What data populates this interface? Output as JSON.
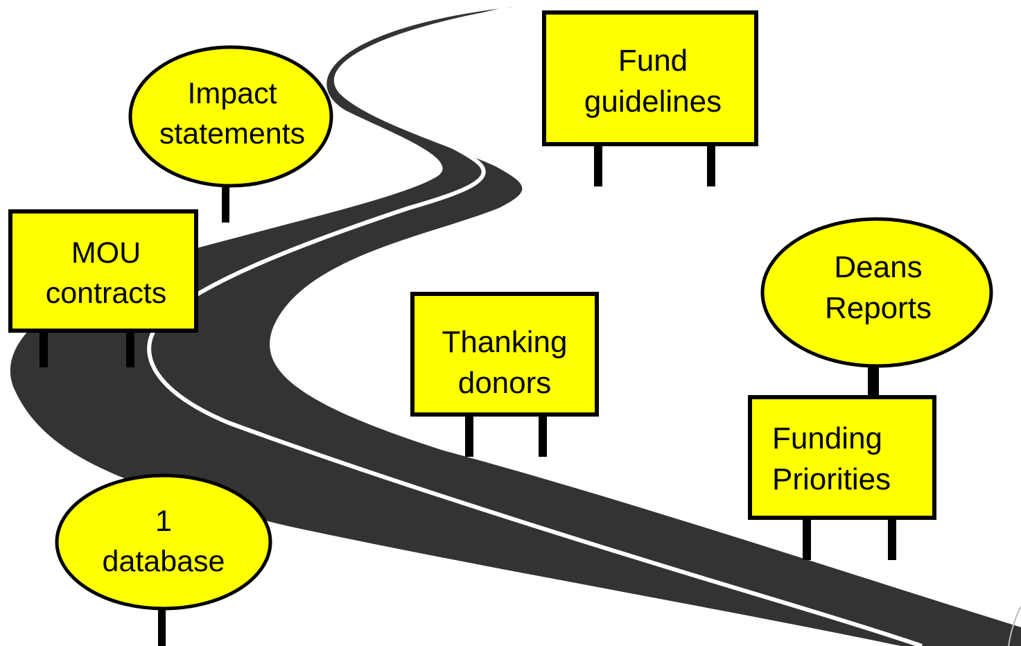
{
  "colors": {
    "sign_fill": "#ffff00",
    "sign_stroke": "#000000",
    "road": "#333333",
    "road_line": "#ffffff",
    "background": "#ffffff"
  },
  "signs": [
    {
      "shape": "ellipse",
      "line1": "Impact",
      "line2": "statements"
    },
    {
      "shape": "rectangle",
      "line1": "Fund",
      "line2": "guidelines"
    },
    {
      "shape": "rectangle",
      "line1": "MOU",
      "line2": "contracts"
    },
    {
      "shape": "rectangle",
      "line1": "Thanking",
      "line2": "donors"
    },
    {
      "shape": "ellipse",
      "line1": "Deans",
      "line2": "Reports"
    },
    {
      "shape": "rectangle",
      "line1": "Funding",
      "line2": "Priorities"
    },
    {
      "shape": "ellipse",
      "line1": "1",
      "line2": "database"
    }
  ]
}
